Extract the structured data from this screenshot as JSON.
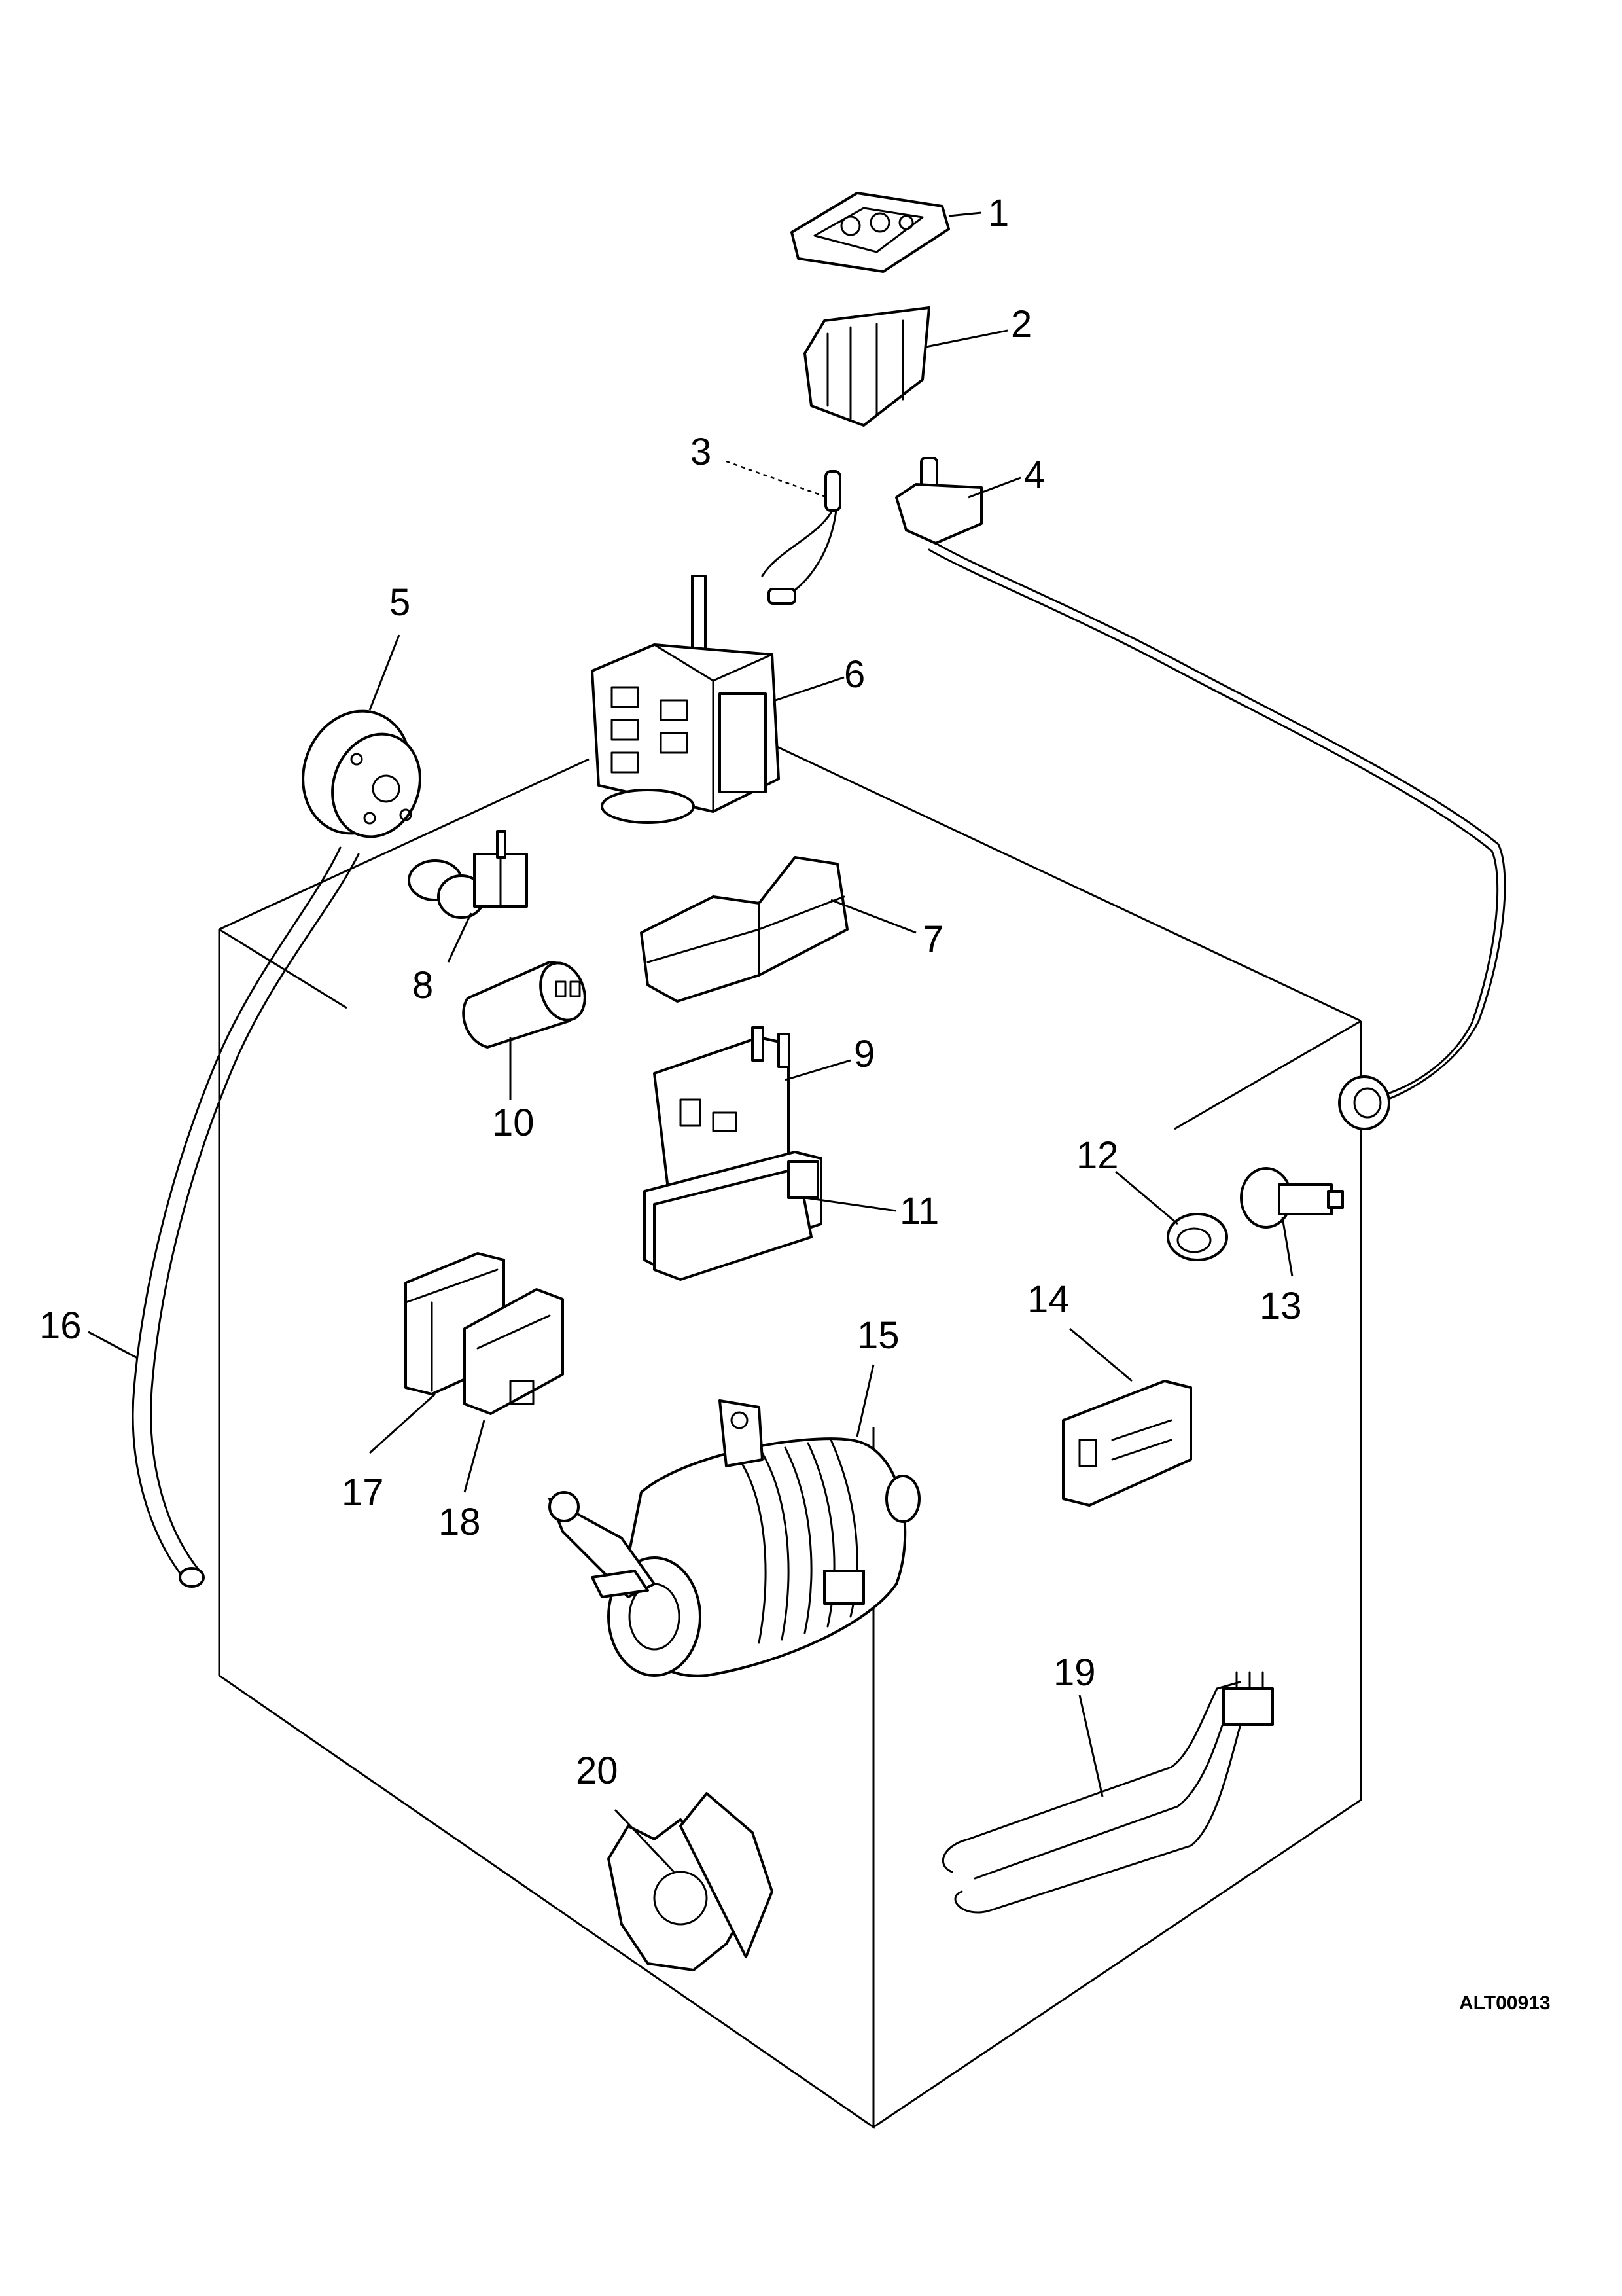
{
  "diagram": {
    "drawing_code": "ALT00913",
    "callouts": [
      "1",
      "2",
      "3",
      "4",
      "5",
      "6",
      "7",
      "8",
      "9",
      "10",
      "11",
      "12",
      "13",
      "14",
      "15",
      "16",
      "17",
      "18",
      "19",
      "20"
    ]
  },
  "colors": {
    "ink": "#000000",
    "paper": "#ffffff"
  }
}
